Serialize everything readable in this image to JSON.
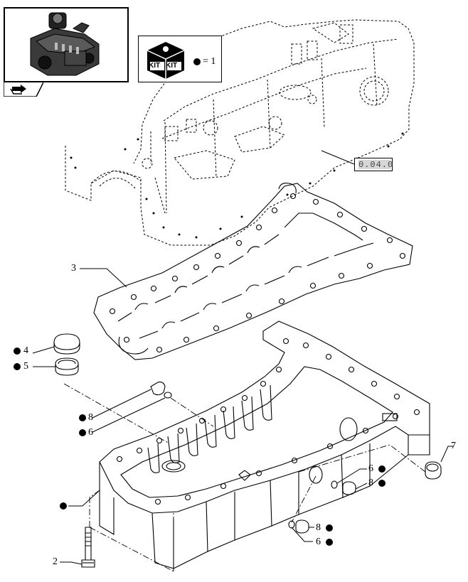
{
  "kit_legend": {
    "badge_text_1": "KIT",
    "badge_text_2": "KIT",
    "equals_text": "= 1"
  },
  "reference": {
    "code": "0.04.0"
  },
  "callouts": [
    {
      "number": "3",
      "kit": false
    },
    {
      "number": "4",
      "kit": true
    },
    {
      "number": "5",
      "kit": true
    },
    {
      "number": "8",
      "kit": true
    },
    {
      "number": "6",
      "kit": true
    },
    {
      "number": "",
      "kit": true
    },
    {
      "number": "2",
      "kit": false
    },
    {
      "number": "7",
      "kit": false
    },
    {
      "number": "6",
      "kit": true
    },
    {
      "number": "8",
      "kit": true
    },
    {
      "number": "8",
      "kit": true
    },
    {
      "number": "6",
      "kit": true
    }
  ],
  "icons": {
    "thumbnail": "engine-thumbnail-icon",
    "nav": "folder-arrow-icon",
    "kit": "kit-box-icon"
  },
  "colors": {
    "line": "#000000",
    "reference_fill": "#d6d6d6"
  }
}
